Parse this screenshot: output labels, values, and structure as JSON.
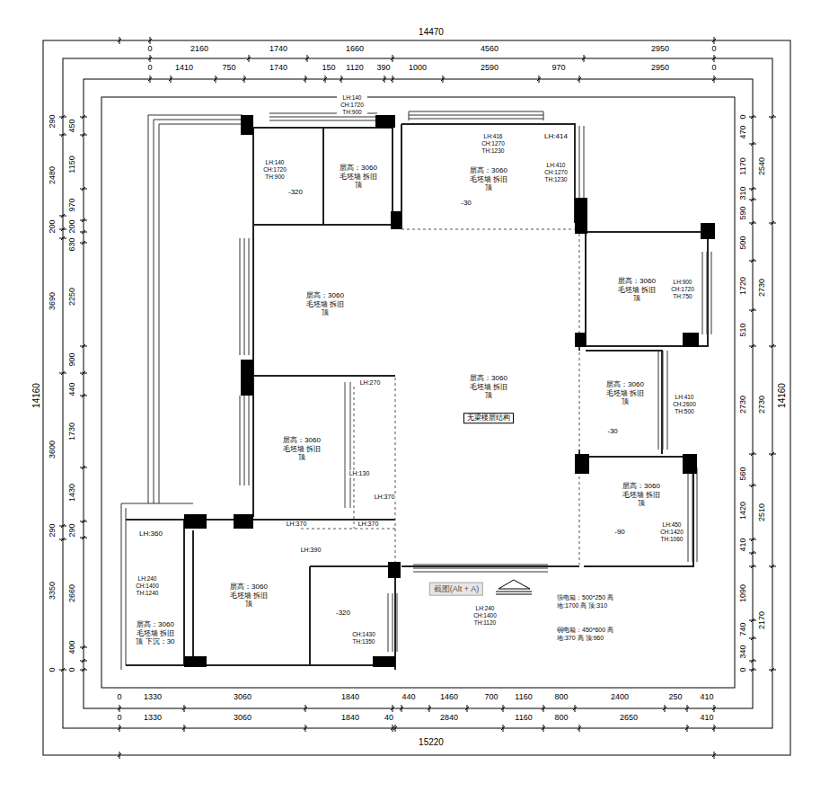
{
  "diagram": {
    "nodes": [
      {
        "text": [
          "LH:140 CH:1720 TH:900",
          "-320"
        ]
      },
      {
        "text": [
          "层高：3060 毛坯墙 拆旧顶"
        ]
      },
      {
        "text": [
          "LH:416 CH:1270 TH:1230",
          "层高：3060 毛坯墙 拆旧顶",
          "-30",
          "LH:414",
          "LH:410 CH:1270 TH:1230"
        ]
      },
      {
        "text": [
          "层高：3060 毛坯墙 拆旧顶"
        ]
      },
      {
        "text": [
          "层高：3060 毛坯墙 拆旧顶",
          "LH:900 CH:1720 TH:750"
        ]
      },
      {
        "text": [
          "层高：3060 毛坯墙 拆旧顶"
        ]
      },
      {
        "text": [
          "层高：3060 毛坯墙 拆旧顶",
          "无梁楼层结构"
        ]
      },
      {
        "text": [
          "层高：3060 毛坯墙 拆旧顶",
          "-30"
        ]
      },
      {
        "text": [
          "层高：3060 毛坯墙 拆旧顶",
          "-90",
          "LH:450 CH:1420 TH:1060"
        ]
      },
      {
        "text": [
          "LH:360",
          "LH:240 CH:1400 TH:1240",
          "层高：3060 毛坯墙 拆旧顶 下沉：30"
        ]
      },
      {
        "text": [
          "层高：3060 毛坯墙 拆旧顶"
        ]
      },
      {
        "text": [
          "-320",
          "CH:1430 TH:1350"
        ]
      }
    ],
    "labels": [
      "14470",
      "0",
      "2160",
      "1740",
      "1660",
      "4560",
      "2950",
      "0",
      "0",
      "1410",
      "750",
      "1740",
      "150",
      "1120",
      "390",
      "1000",
      "2590",
      "970",
      "2950",
      "0",
      "0",
      "1330",
      "3060",
      "1840",
      "440",
      "1460",
      "700",
      "1160",
      "800",
      "2400",
      "250",
      "410",
      "0",
      "1330",
      "3060",
      "1840",
      "40",
      "2840",
      "1160",
      "800",
      "2650",
      "410",
      "15220",
      "14160",
      "290",
      "2480",
      "200",
      "3690",
      "3600",
      "290",
      "3350",
      "0",
      "450",
      "1150",
      "970",
      "200",
      "630",
      "2250",
      "900",
      "440",
      "1730",
      "1430",
      "290",
      "2660",
      "400",
      "0",
      "0",
      "470",
      "1170",
      "310",
      "590",
      "500",
      "1720",
      "510",
      "2730",
      "560",
      "1420",
      "410",
      "1090",
      "740",
      "340",
      "0",
      "2540",
      "2730",
      "2730",
      "2510",
      "2170",
      "14160",
      "LH:140 CH:1720 TH:900",
      "LH:270",
      "LH:130",
      "LH:370",
      "LH:370",
      "LH:370",
      "LH:390",
      "截图(Alt + A)",
      "LH:240 CH:1400 TH:1120",
      "LH:410 CH:2600 TH:500",
      "强电箱：500*250 高 地:1700 高 顶:310",
      "弱电箱：450*600 高 地:370 高 顶:960"
    ]
  }
}
